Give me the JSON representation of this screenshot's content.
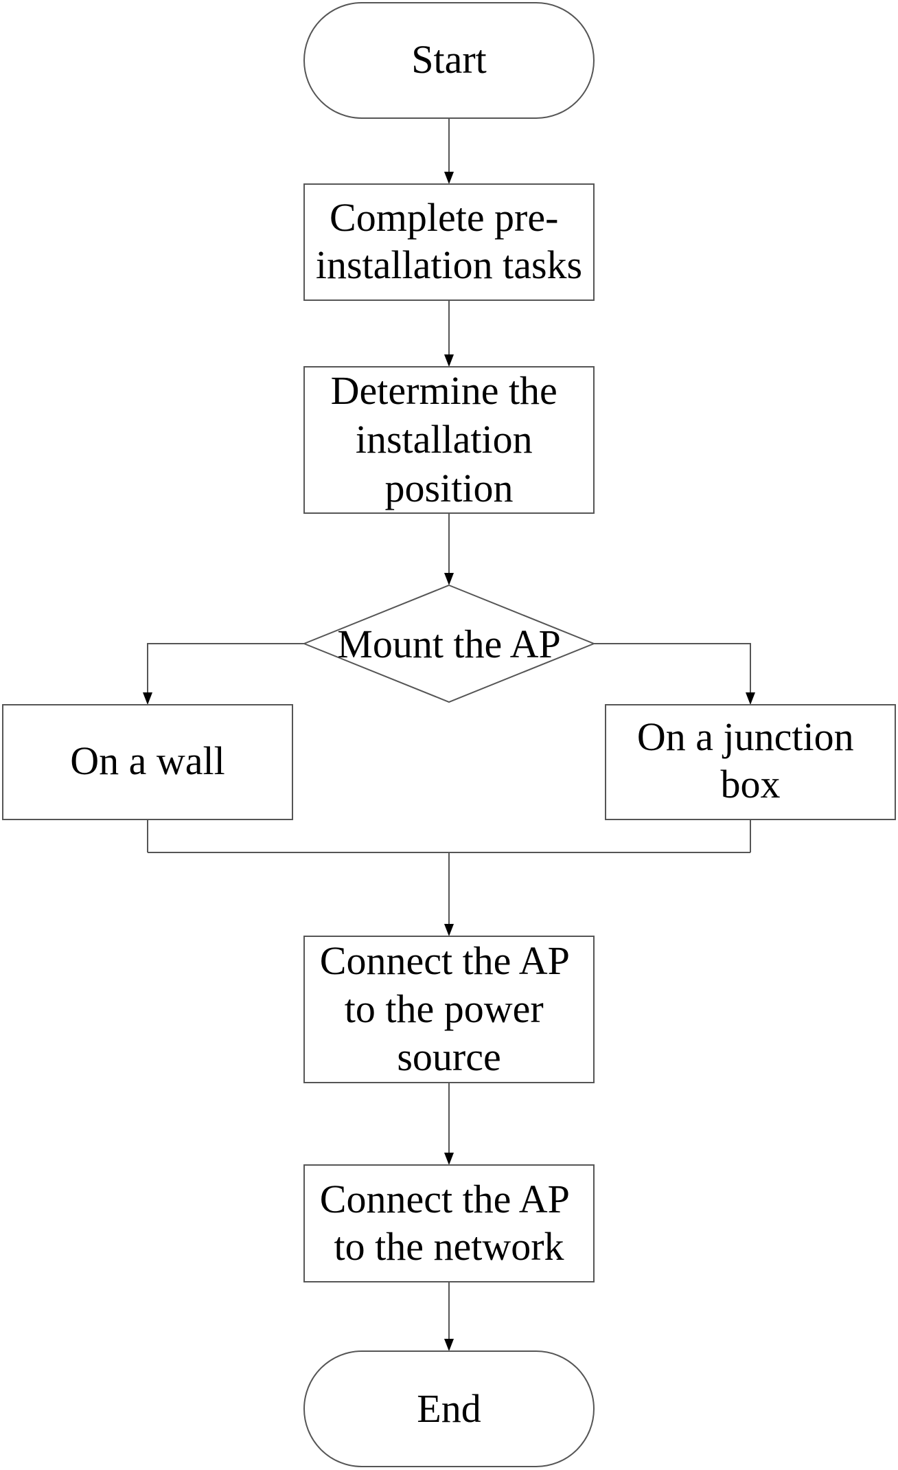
{
  "flowchart": {
    "start": "Start",
    "step1": [
      "Complete pre-",
      "installation tasks"
    ],
    "step2": [
      "Determine the",
      "installation",
      "position"
    ],
    "decision": "Mount the AP",
    "option_left": "On a wall",
    "option_right": [
      "On a junction",
      "box"
    ],
    "step3": [
      "Connect the AP",
      "to the power",
      "source"
    ],
    "step4": [
      "Connect the AP",
      "to the network"
    ],
    "end": "End"
  }
}
